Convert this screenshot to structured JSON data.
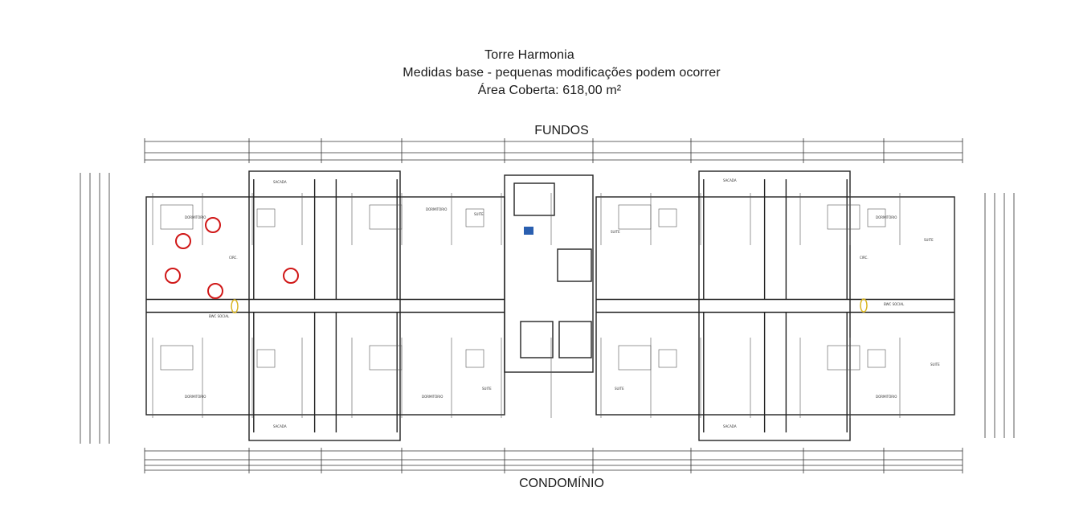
{
  "header": {
    "title": "Torre Harmonia",
    "subtitle": "Medidas base - pequenas modificações podem ocorrer",
    "area": "Área Coberta: 618,00 m²"
  },
  "orientation": {
    "top": "FUNDOS",
    "bottom": "CONDOMÍNIO"
  },
  "rooms": {
    "dormitorio": "DORMITÓRIO",
    "suite": "SUITE",
    "sacada": "SACADA",
    "bwc": "BWC SOCIAL",
    "circ": "CIRC."
  },
  "colors": {
    "line": "#333333",
    "accent_red": "#d01818",
    "accent_blue": "#2a5fb0",
    "accent_yellow": "#d9b520"
  }
}
